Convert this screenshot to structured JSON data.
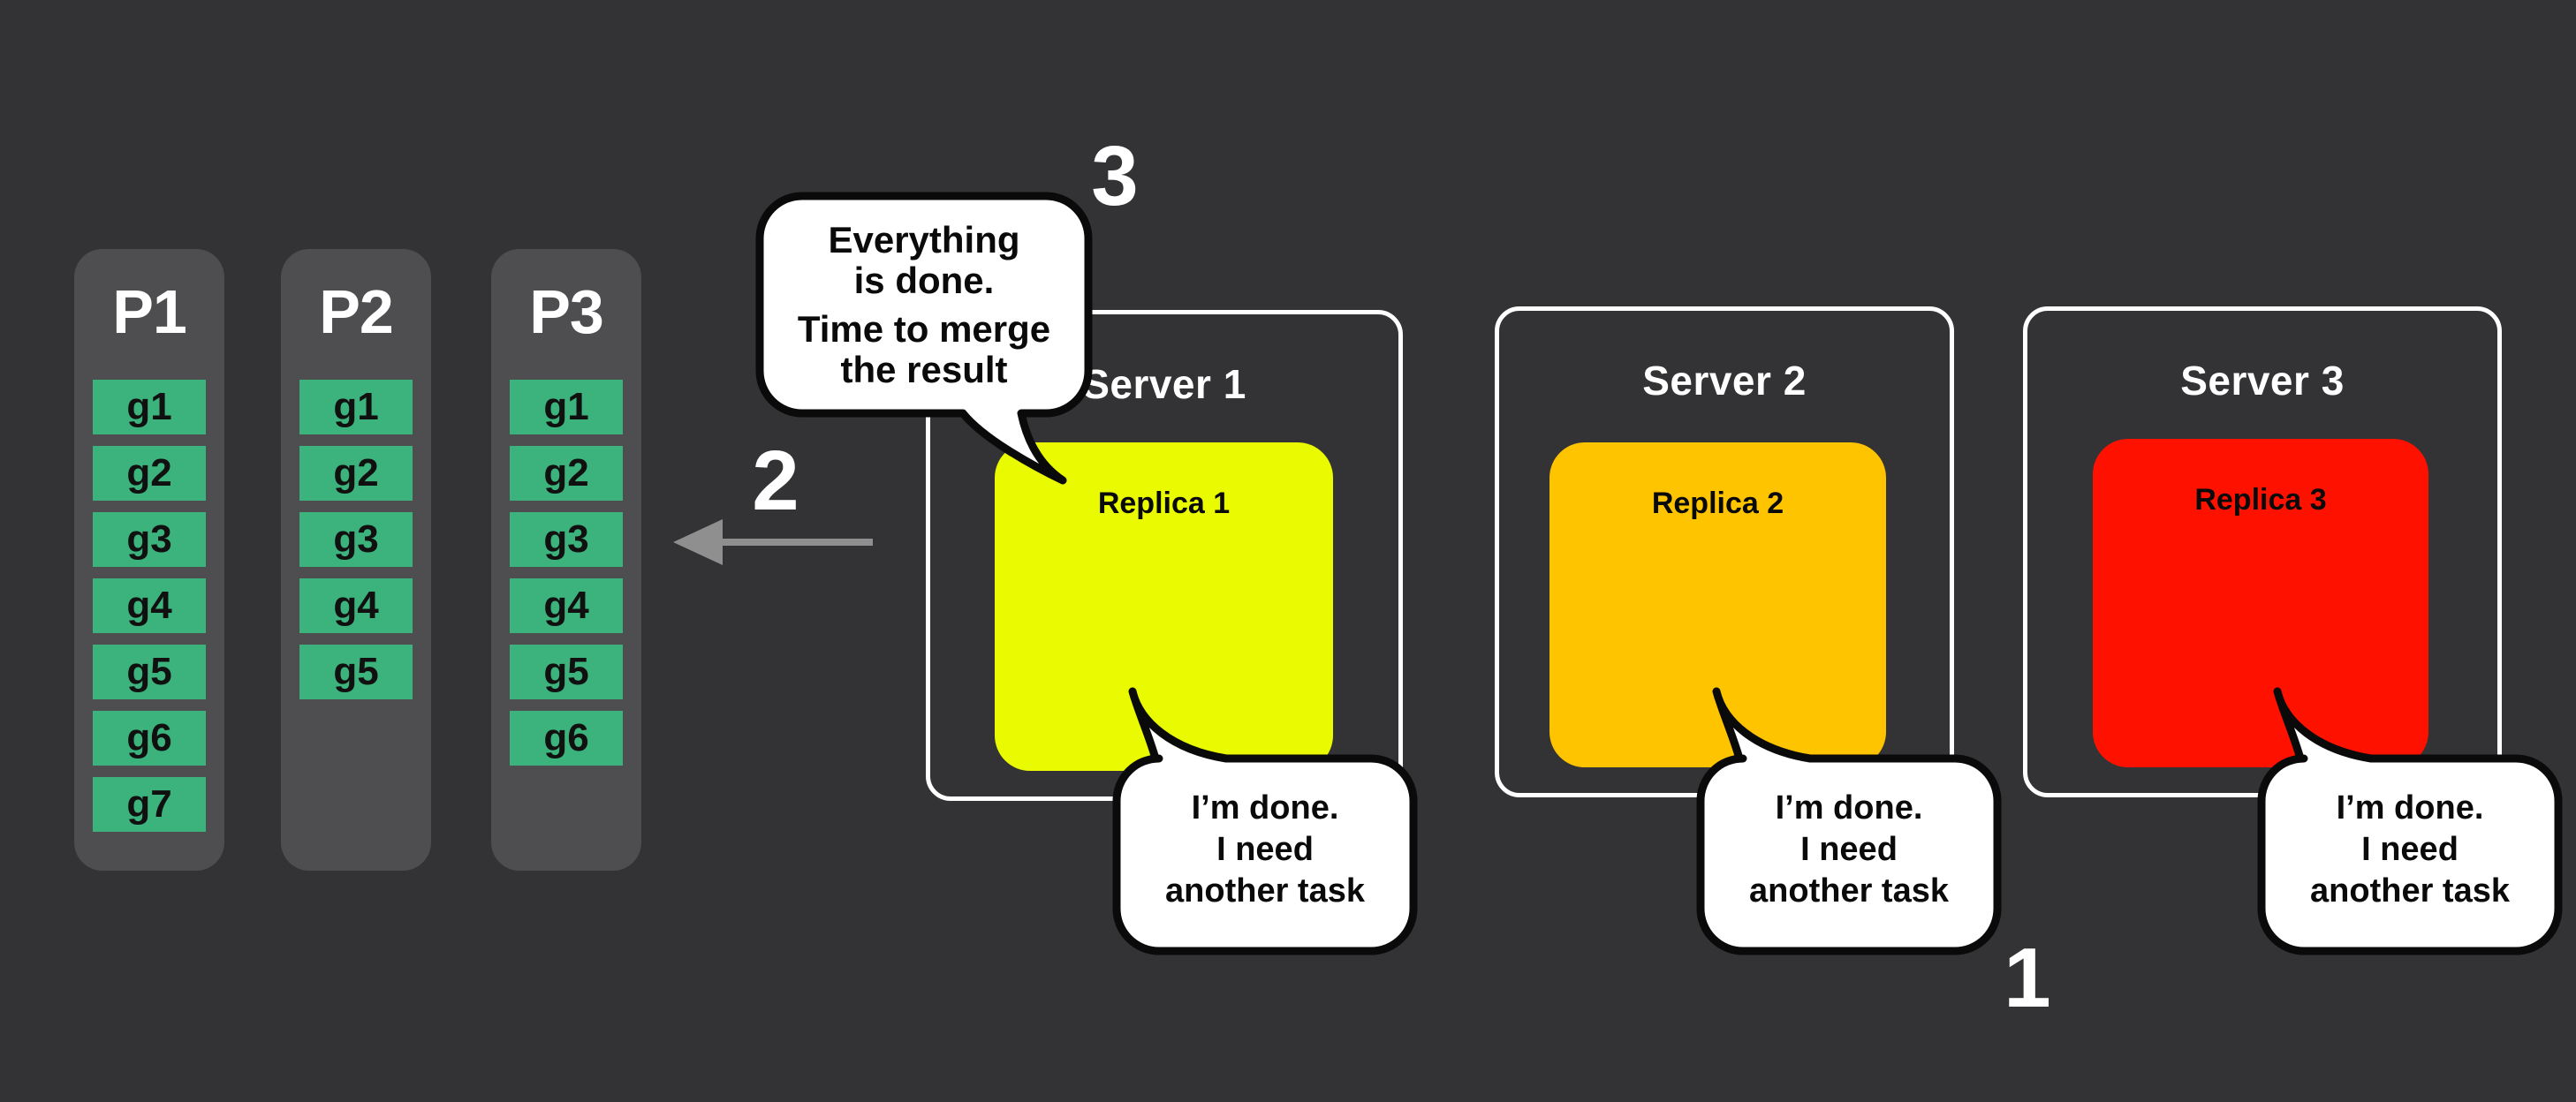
{
  "colors": {
    "background": "#333335",
    "partition_panel": "#4E4E50",
    "cell_green": "#3CB27C",
    "arrow_gray": "#8F8F8F",
    "bubble_fill": "#FFFFFF",
    "bubble_stroke": "#0A0A0A",
    "server_border": "#FFFFFF",
    "text_light": "#FFFFFF",
    "text_dark": "#0A0A0A"
  },
  "partitions": [
    {
      "label": "P1",
      "cells": [
        "g1",
        "g2",
        "g3",
        "g4",
        "g5",
        "g6",
        "g7"
      ]
    },
    {
      "label": "P2",
      "cells": [
        "g1",
        "g2",
        "g3",
        "g4",
        "g5"
      ]
    },
    {
      "label": "P3",
      "cells": [
        "g1",
        "g2",
        "g3",
        "g4",
        "g5",
        "g6"
      ]
    }
  ],
  "servers": [
    {
      "label": "Server 1",
      "replica": {
        "label": "Replica 1",
        "color": "#EAFA00"
      }
    },
    {
      "label": "Server 2",
      "replica": {
        "label": "Replica 2",
        "color": "#FFC400"
      }
    },
    {
      "label": "Server 3",
      "replica": {
        "label": "Replica 3",
        "color": "#FF1100"
      }
    }
  ],
  "bubbles": {
    "merge": {
      "lines": [
        "Everything",
        "is done.",
        "Time to merge",
        "the result"
      ]
    },
    "done": {
      "lines": [
        "I’m done.",
        "I need",
        "another task"
      ]
    }
  },
  "steps": {
    "one": "1",
    "two": "2",
    "three": "3"
  }
}
